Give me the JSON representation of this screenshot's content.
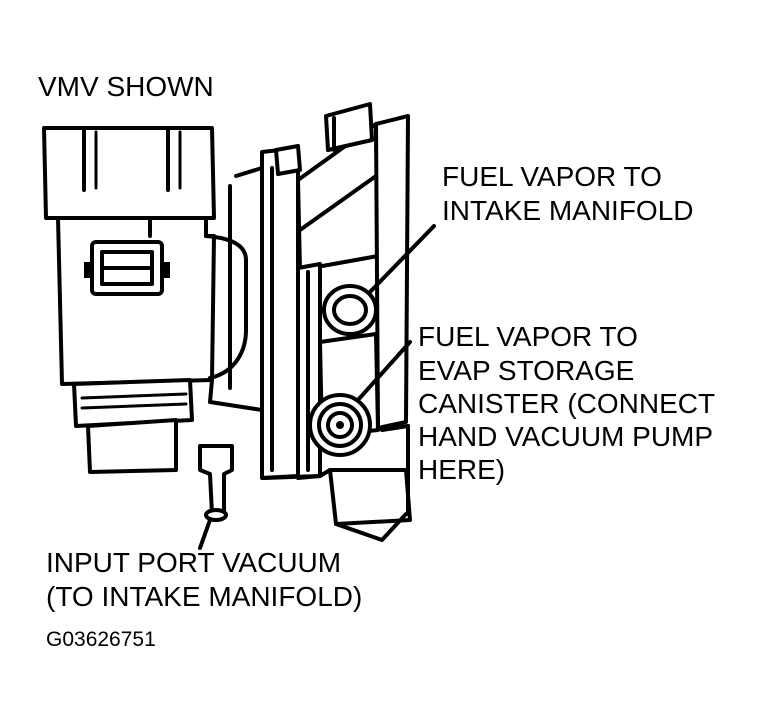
{
  "title": "VMV SHOWN",
  "labels": {
    "intake_line1": "FUEL VAPOR TO",
    "intake_line2": "INTAKE MANIFOLD",
    "canister_line1": "FUEL VAPOR TO",
    "canister_line2": "EVAP STORAGE",
    "canister_line3": "CANISTER (CONNECT",
    "canister_line4": "HAND VACUUM PUMP",
    "canister_line5": "HERE)",
    "input_line1": "INPUT PORT VACUUM",
    "input_line2": "(TO INTAKE MANIFOLD)"
  },
  "figure_id": "G03626751"
}
